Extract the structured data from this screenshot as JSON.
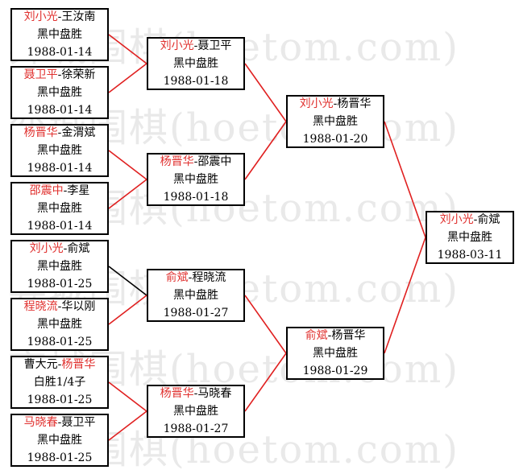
{
  "watermark": "弈城围棋(hoetom.com)",
  "colors": {
    "winner": "#e0302e",
    "winner_line": "#e02020",
    "loser_line": "#000000"
  },
  "rounds": [
    [
      {
        "player1": "刘小光",
        "sep": "-",
        "player2": "王汝南",
        "winner": 1,
        "result": "黑中盘胜",
        "date": "1988-01-14"
      },
      {
        "player1": "聂卫平",
        "sep": "-",
        "player2": "徐荣新",
        "winner": 1,
        "result": "黑中盘胜",
        "date": "1988-01-14"
      },
      {
        "player1": "杨晋华",
        "sep": "-",
        "player2": "金渭斌",
        "winner": 1,
        "result": "黑中盘胜",
        "date": "1988-01-14"
      },
      {
        "player1": "邵震中",
        "sep": "-",
        "player2": "李星",
        "winner": 1,
        "result": "黑中盘胜",
        "date": "1988-01-14"
      },
      {
        "player1": "刘小光",
        "sep": "-",
        "player2": "俞斌",
        "winner": 1,
        "result": "黑中盘胜",
        "date": "1988-01-25"
      },
      {
        "player1": "程晓流",
        "sep": "-",
        "player2": "华以刚",
        "winner": 1,
        "result": "黑中盘胜",
        "date": "1988-01-25"
      },
      {
        "player1": "曹大元",
        "sep": "-",
        "player2": "杨晋华",
        "winner": 2,
        "result": "白胜1/4子",
        "date": "1988-01-25"
      },
      {
        "player1": "马晓春",
        "sep": "-",
        "player2": "聂卫平",
        "winner": 1,
        "result": "黑中盘胜",
        "date": "1988-01-25"
      }
    ],
    [
      {
        "player1": "刘小光",
        "sep": "-",
        "player2": "聂卫平",
        "winner": 1,
        "result": "黑中盘胜",
        "date": "1988-01-18"
      },
      {
        "player1": "杨晋华",
        "sep": "-",
        "player2": "邵震中",
        "winner": 1,
        "result": "黑中盘胜",
        "date": "1988-01-18"
      },
      {
        "player1": "俞斌",
        "sep": "-",
        "player2": "程晓流",
        "winner": 1,
        "result": "黑中盘胜",
        "date": "1988-01-27"
      },
      {
        "player1": "杨晋华",
        "sep": "-",
        "player2": "马晓春",
        "winner": 1,
        "result": "黑中盘胜",
        "date": "1988-01-27"
      }
    ],
    [
      {
        "player1": "刘小光",
        "sep": "-",
        "player2": "杨晋华",
        "winner": 1,
        "result": "黑中盘胜",
        "date": "1988-01-20"
      },
      {
        "player1": "俞斌",
        "sep": "-",
        "player2": "杨晋华",
        "winner": 1,
        "result": "黑中盘胜",
        "date": "1988-01-29"
      }
    ],
    [
      {
        "player1": "刘小光",
        "sep": "-",
        "player2": "俞斌",
        "winner": 1,
        "result": "黑中盘胜",
        "date": "1988-03-11"
      }
    ]
  ],
  "advancing": [
    [
      1,
      1,
      1,
      1,
      0,
      1,
      1,
      1
    ],
    [
      1,
      1,
      1,
      1
    ],
    [
      1,
      1
    ]
  ]
}
